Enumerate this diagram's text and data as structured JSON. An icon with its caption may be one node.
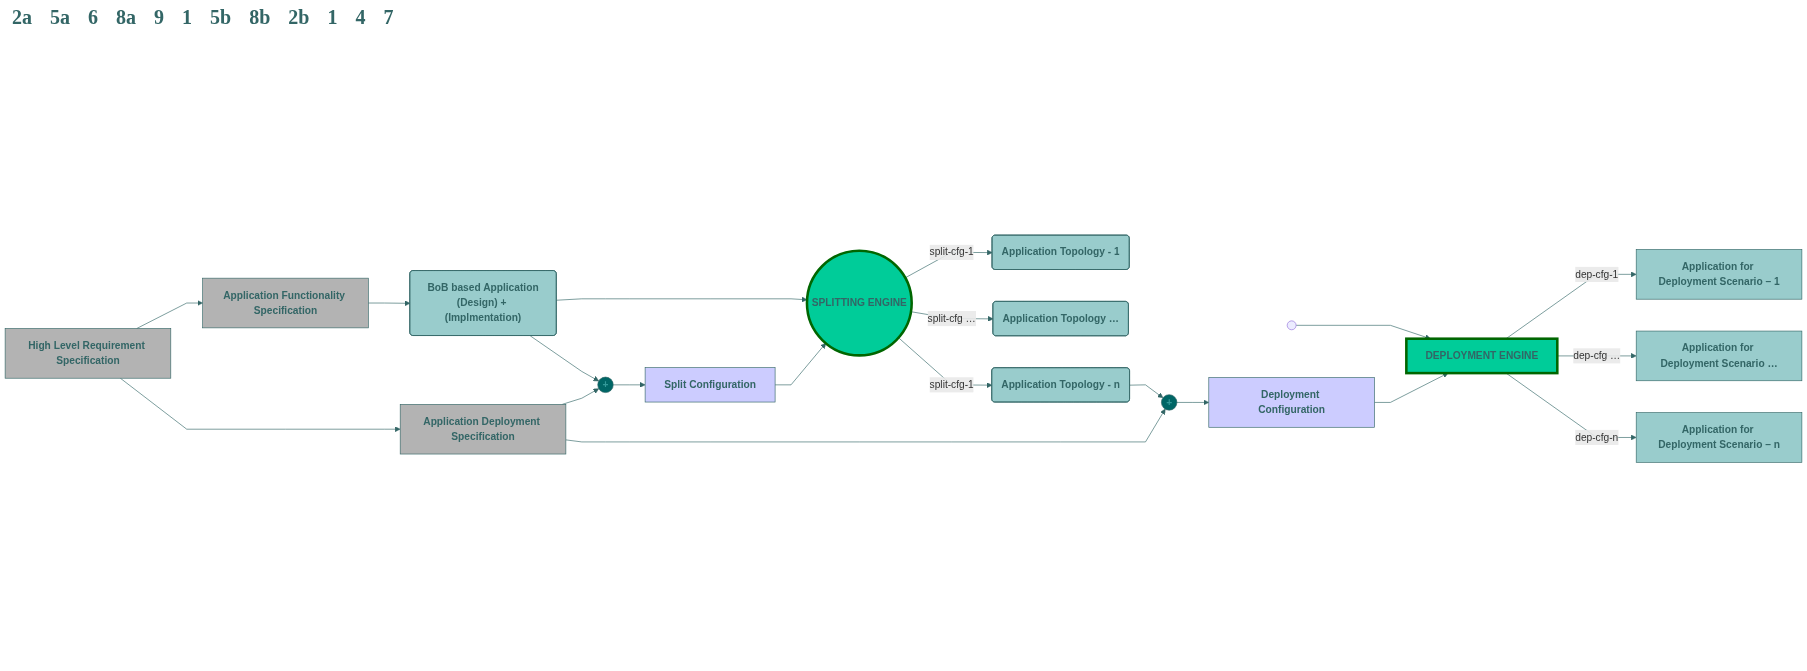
{
  "diagram": {
    "nodes": [
      {
        "text": [
          "High Level Requirement Specification"
        ]
      },
      {
        "text": [
          "Application Functionality Specification"
        ]
      },
      {
        "text": [
          "Application Deployment Specification"
        ]
      },
      {
        "text": [
          "BoB based Application",
          "(Design) + (Implmentation)"
        ]
      },
      {
        "text": [
          "+"
        ]
      },
      {
        "text": [
          "Split Configuration"
        ]
      },
      {
        "text": [
          "SPLITTING ENGINE"
        ]
      },
      {
        "text": [
          "Application Topology - 1"
        ]
      },
      {
        "text": [
          "Application Topology …"
        ]
      },
      {
        "text": [
          "Application Topology - n"
        ]
      },
      {
        "text": [
          "+"
        ]
      },
      {
        "text": [
          "Deployment Configuration"
        ]
      },
      {
        "text": [
          "DEPLOYMENT ENGINE"
        ]
      },
      {
        "text": [
          "Application for Deployment Scenario – 1"
        ]
      },
      {
        "text": [
          "Application for Deployment Scenario …"
        ]
      },
      {
        "text": [
          "Application for Deployment Scenario – n"
        ]
      }
    ],
    "edges": [
      {
        "from": 0,
        "to": 1,
        "arrow": "to"
      },
      {
        "from": 0,
        "to": 2,
        "arrow": "to"
      },
      {
        "from": 1,
        "to": 3,
        "arrow": "to"
      },
      {
        "from": 3,
        "to": 4,
        "arrow": "to"
      },
      {
        "from": 2,
        "to": 4,
        "arrow": "to"
      },
      {
        "from": 4,
        "to": 5,
        "arrow": "to"
      },
      {
        "from": 3,
        "to": 6,
        "arrow": "to"
      },
      {
        "from": 5,
        "to": 6,
        "arrow": "to"
      },
      {
        "from": 6,
        "to": 7,
        "label": "split-cfg-1",
        "arrow": "to"
      },
      {
        "from": 6,
        "to": 8,
        "label": "split-cfg …",
        "arrow": "to"
      },
      {
        "from": 6,
        "to": 9,
        "label": "split-cfg-1",
        "arrow": "to"
      },
      {
        "from": 9,
        "to": 10,
        "arrow": "to"
      },
      {
        "from": 2,
        "to": 10,
        "arrow": "to"
      },
      {
        "from": 10,
        "to": 11,
        "arrow": "to"
      },
      {
        "from": null,
        "to": 12,
        "arrow": "to"
      },
      {
        "from": 11,
        "to": 12,
        "arrow": "to"
      },
      {
        "from": 12,
        "to": 13,
        "label": "dep-cfg-1",
        "arrow": "to"
      },
      {
        "from": 12,
        "to": 14,
        "label": "dep-cfg …",
        "arrow": "to"
      },
      {
        "from": 12,
        "to": 15,
        "label": "dep-cfg-n",
        "arrow": "to"
      }
    ],
    "labels": [
      "2a",
      "5a",
      "6",
      "8a",
      "9",
      "1",
      "5b",
      "8b",
      "2b",
      "1",
      "4",
      "7"
    ]
  }
}
